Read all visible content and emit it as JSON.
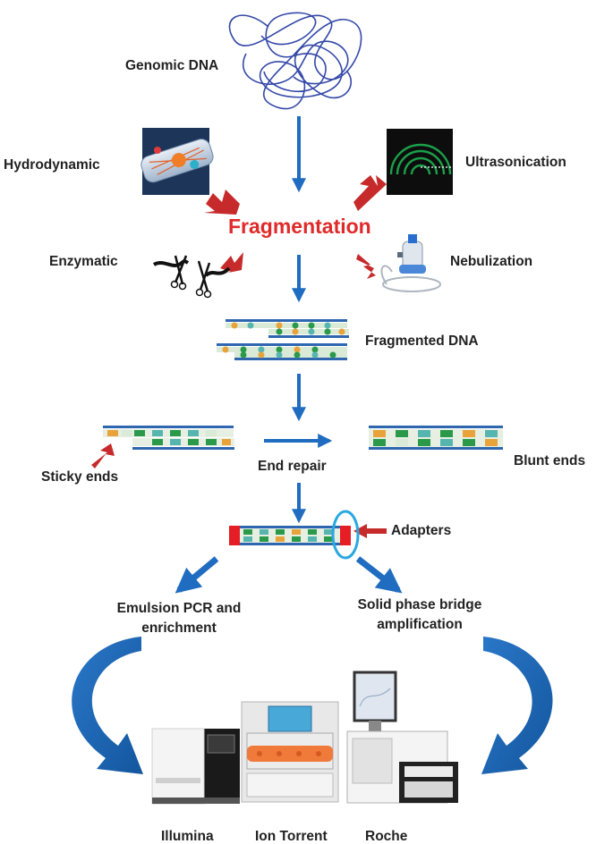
{
  "colors": {
    "flow_arrow": "#1f6cc0",
    "side_arrow": "#c62a2a",
    "title_red": "#e02a2a",
    "dna_strand": "#1d5fb0",
    "adapter": "#e51d24",
    "adapter_ring": "#2aa8e0",
    "base_green": "#2a9a4a",
    "base_orange": "#e8a33a",
    "base_teal": "#57b5b0",
    "base_light": "#d9ead6"
  },
  "labels": {
    "genomic_dna": "Genomic DNA",
    "hydrodynamic": "Hydrodynamic",
    "ultrasonication": "Ultrasonication",
    "fragmentation": "Fragmentation",
    "enzymatic": "Enzymatic",
    "nebulization": "Nebulization",
    "fragmented_dna": "Fragmented DNA",
    "sticky_ends": "Sticky ends",
    "end_repair": "End repair",
    "blunt_ends": "Blunt ends",
    "adapters": "Adapters",
    "emulsion_pcr": "Emulsion PCR and enrichment",
    "solid_phase": "Solid phase bridge amplification",
    "illumina": "Illumina",
    "ion_torrent": "Ion Torrent",
    "roche": "Roche"
  },
  "icons": [
    "tangled-dna-icon",
    "tube-flow-icon",
    "ultrasound-waves-icon",
    "scissors-icon",
    "nebulizer-icon",
    "dna-fragment-icon",
    "sequencer-icon"
  ]
}
